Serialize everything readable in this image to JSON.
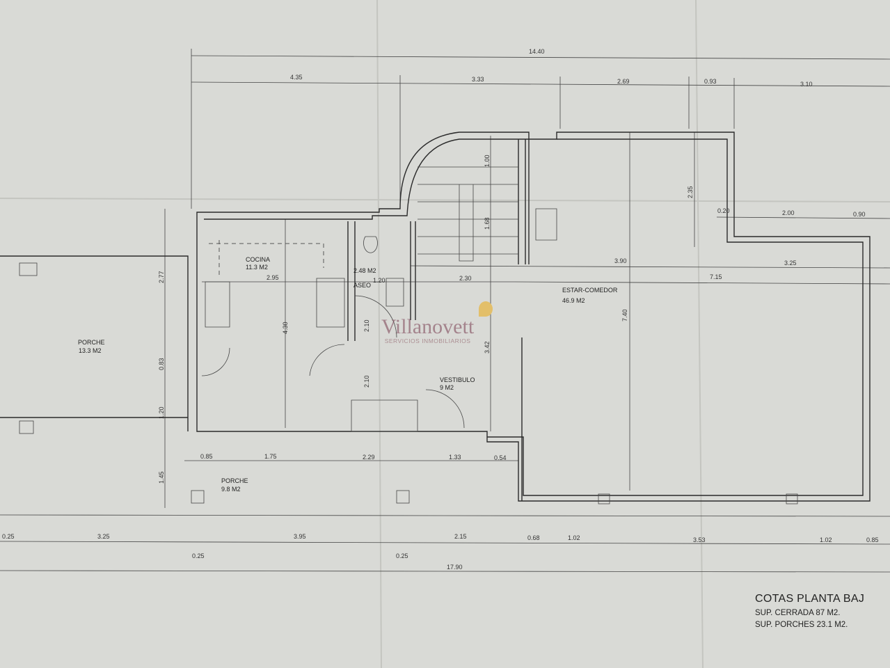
{
  "title_block": {
    "title": "COTAS PLANTA BAJ",
    "closed_area": "SUP. CERRADA  87 M2.",
    "porch_area": "SUP. PORCHES  23.1 M2."
  },
  "watermark": {
    "name": "Villanovett",
    "subtitle": "SERVICIOS INMOBILIARIOS"
  },
  "rooms": {
    "porche_left": {
      "name": "PORCHE",
      "area": "13.3 M2"
    },
    "cocina": {
      "name": "COCINA",
      "area": "11.3 M2"
    },
    "aseo": {
      "name": "ASEO",
      "area": "2.48 M2"
    },
    "vestibulo": {
      "name": "VESTIBULO",
      "area": "9 M2"
    },
    "estar": {
      "name": "ESTAR-COMEDOR",
      "area": "46.9 M2"
    },
    "porche_front": {
      "name": "PORCHE",
      "area": "9.8 M2"
    }
  },
  "dims": {
    "top": [
      "14.40",
      "4.35",
      "3.33",
      "2.69",
      "0.93",
      "3.10"
    ],
    "right": [
      "2.35",
      "0.20",
      "2.00",
      "0.90",
      "3.90",
      "3.25",
      "7.15",
      "7.40"
    ],
    "stairs": [
      "1.00",
      "1.68",
      "3.42",
      "2.30"
    ],
    "interior": [
      "1.20",
      "2.95",
      "4.30",
      "2.10",
      "2.10"
    ],
    "left": [
      "2.77",
      "0.83",
      "1.20",
      "1.45"
    ],
    "front": [
      "0.85",
      "1.75",
      "2.29",
      "1.33",
      "0.54"
    ],
    "bottom": [
      "0.25",
      "3.25",
      "3.95",
      "2.15",
      "0.68",
      "1.02",
      "3.53",
      "1.02",
      "0.85"
    ],
    "bottom2": [
      "0.25",
      "0.25",
      "17.90"
    ]
  }
}
